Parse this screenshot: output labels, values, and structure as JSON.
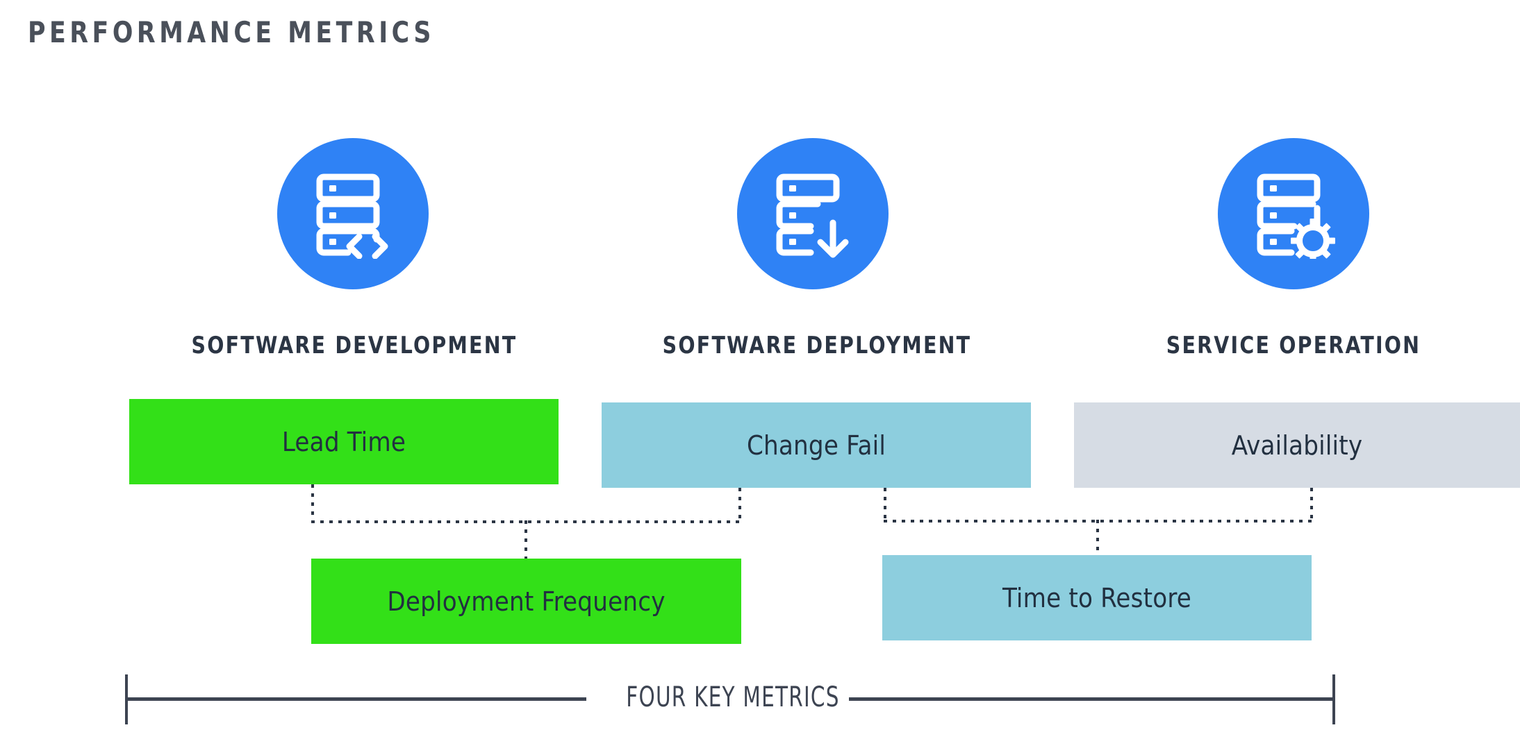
{
  "header": {
    "title": "PERFORMANCE METRICS"
  },
  "colors": {
    "icon_circle": "#2f82f5",
    "icon_glyph": "#ffffff",
    "heading_text": "#2b3544",
    "title_text": "#4a505a",
    "bar_green": "#33e018",
    "bar_teal": "#8dcede",
    "bar_gray": "#d6dce4",
    "connector": "#2b3544",
    "bracket": "#3d4452",
    "background": "#ffffff"
  },
  "columns": [
    {
      "id": "software-development",
      "heading": "SOFTWARE DEVELOPMENT",
      "icon": "server-code-icon"
    },
    {
      "id": "software-deployment",
      "heading": "SOFTWARE DEPLOYMENT",
      "icon": "server-download-icon"
    },
    {
      "id": "service-operation",
      "heading": "SERVICE OPERATION",
      "icon": "server-gear-icon"
    }
  ],
  "metrics": {
    "top_row": [
      {
        "id": "lead-time",
        "label": "Lead Time",
        "color": "#33e018"
      },
      {
        "id": "change-fail",
        "label": "Change Fail",
        "color": "#8dcede"
      },
      {
        "id": "availability",
        "label": "Availability",
        "color": "#d6dce4"
      }
    ],
    "bottom_row": [
      {
        "id": "deployment-frequency",
        "label": "Deployment Frequency",
        "color": "#33e018"
      },
      {
        "id": "time-to-restore",
        "label": "Time to Restore",
        "color": "#8dcede"
      }
    ]
  },
  "footer": {
    "bracket_label": "FOUR KEY METRICS"
  },
  "chart_data": {
    "type": "diagram",
    "title": "PERFORMANCE METRICS",
    "annotations": [
      "FOUR KEY METRICS"
    ],
    "groups": [
      {
        "name": "SOFTWARE DEVELOPMENT",
        "metrics": [
          "Lead Time",
          "Deployment Frequency"
        ]
      },
      {
        "name": "SOFTWARE DEPLOYMENT",
        "metrics": [
          "Change Fail",
          "Deployment Frequency",
          "Time to Restore"
        ]
      },
      {
        "name": "SERVICE OPERATION",
        "metrics": [
          "Availability",
          "Time to Restore"
        ]
      }
    ],
    "links": [
      {
        "from": "Lead Time",
        "to": "Deployment Frequency"
      },
      {
        "from": "Change Fail",
        "to": "Deployment Frequency"
      },
      {
        "from": "Change Fail",
        "to": "Time to Restore"
      },
      {
        "from": "Availability",
        "to": "Time to Restore"
      }
    ]
  }
}
